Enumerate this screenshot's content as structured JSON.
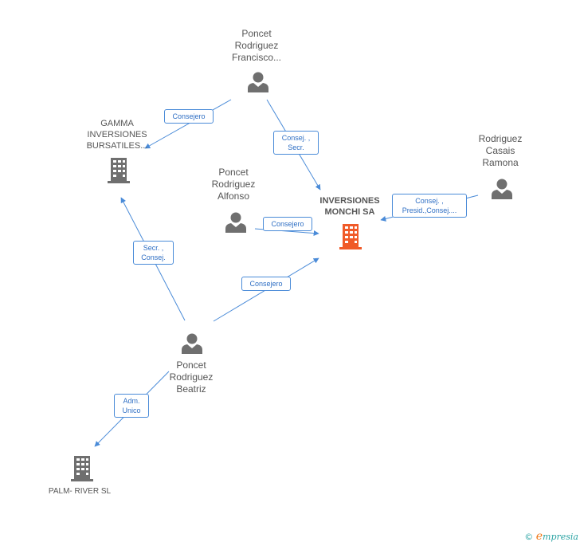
{
  "colors": {
    "edge": "#4a8bd8",
    "person_icon": "#6f6f6f",
    "company_icon": "#6f6f6f",
    "main_company_icon": "#f05a28"
  },
  "nodes": {
    "poncet_francisco": {
      "label": "Poncet\nRodriguez\nFrancisco...",
      "icon": "person-icon"
    },
    "gamma": {
      "label": "GAMMA\nINVERSIONES\nBURSATILES...",
      "icon": "building-icon"
    },
    "poncet_alfonso": {
      "label": "Poncet\nRodriguez\nAlfonso",
      "icon": "person-icon"
    },
    "inversiones_monchi": {
      "label": "INVERSIONES\nMONCHI SA",
      "icon": "building-icon"
    },
    "rodriguez_casais": {
      "label": "Rodriguez\nCasais\nRamona",
      "icon": "person-icon"
    },
    "poncet_beatriz": {
      "label": "Poncet\nRodriguez\nBeatriz",
      "icon": "person-icon"
    },
    "palm_river": {
      "label": "PALM- RIVER  SL",
      "icon": "building-icon"
    }
  },
  "edges": {
    "francisco_gamma": "Consejero",
    "francisco_monchi": "Consej. ,\nSecr.",
    "casais_monchi": "Consej. ,\nPresid.,Consej....",
    "alfonso_monchi": "Consejero",
    "beatriz_gamma": "Secr. ,\nConsej.",
    "beatriz_monchi": "Consejero",
    "beatriz_palm": "Adm.\nUnico"
  },
  "footer": {
    "copyright": "©",
    "brand_initial": "e",
    "brand_rest": "mpresia"
  }
}
